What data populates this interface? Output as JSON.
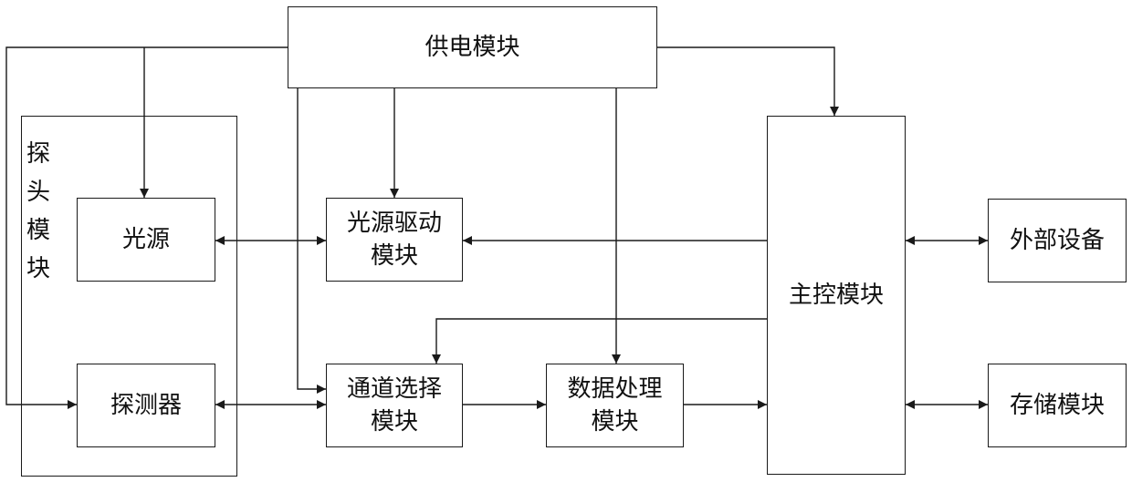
{
  "blocks": {
    "power": "供电模块",
    "probe_group": "探头模块",
    "light_source": "光源",
    "detector": "探测器",
    "light_driver": "光源驱动\n模块",
    "channel_select": "通道选择\n模块",
    "data_processing": "数据处理\n模块",
    "main_control": "主控模块",
    "external_device": "外部设备",
    "storage": "存储模块"
  },
  "colors": {
    "line": "#1a1a1a",
    "background": "#ffffff",
    "text": "#111111"
  }
}
